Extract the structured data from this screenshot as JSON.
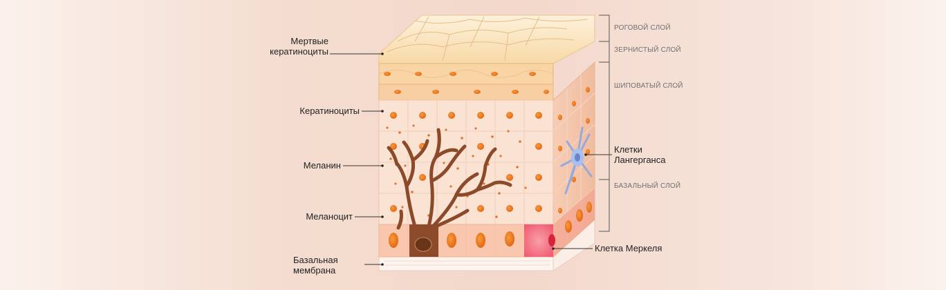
{
  "labels_left": {
    "dead_keratinocytes": "Мертвые\nкератиноциты",
    "keratinocytes": "Кератиноциты",
    "melanin": "Меланин",
    "melanocyte": "Меланоцит",
    "basal_membrane": "Базальная\nмембрана"
  },
  "labels_right": {
    "langerhans": "Клетки\nЛангерганса",
    "merkel": "Клетка Меркеля"
  },
  "layers": {
    "stratum_corneum": "РОГОВОЙ СЛОЙ",
    "stratum_granulosum": "ЗЕРНИСТЫЙ СЛОЙ",
    "stratum_spinosum": "ШИПОВАТЫЙ СЛОЙ",
    "stratum_basale": "БАЗАЛЬНЫЙ СЛОЙ"
  },
  "colors": {
    "cell_fill": "#fbe2d2",
    "cell_border": "#efc3a8",
    "nucleus": "#f07b1e",
    "melanocyte": "#8b4a2a",
    "merkel": "#ef4f6a",
    "langerhans": "#8aa7e6",
    "corneum": "#fbe7c7"
  }
}
